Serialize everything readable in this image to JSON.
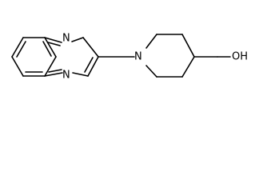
{
  "atoms": {
    "n_quinoxaline_upper": "N",
    "n_quinoxaline_lower": "N",
    "n_piperidine": "N",
    "hydroxyl": "OH"
  }
}
